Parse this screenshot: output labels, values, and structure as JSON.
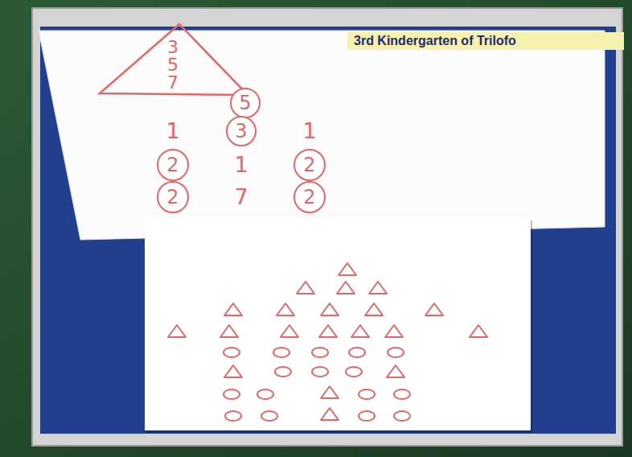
{
  "diagram": {
    "nodes": [
      {
        "text": [
          "3",
          "5",
          "7"
        ]
      },
      {
        "text": [
          "5"
        ]
      },
      {
        "text": [
          "3"
        ]
      },
      {
        "text": [
          "2"
        ]
      },
      {
        "text": [
          "2"
        ]
      },
      {
        "text": [
          "2"
        ]
      },
      {
        "text": [
          "2"
        ]
      }
    ],
    "labels": [
      "3rd Kindergarten of Trilofo",
      "1",
      "1",
      "1",
      "7"
    ]
  }
}
